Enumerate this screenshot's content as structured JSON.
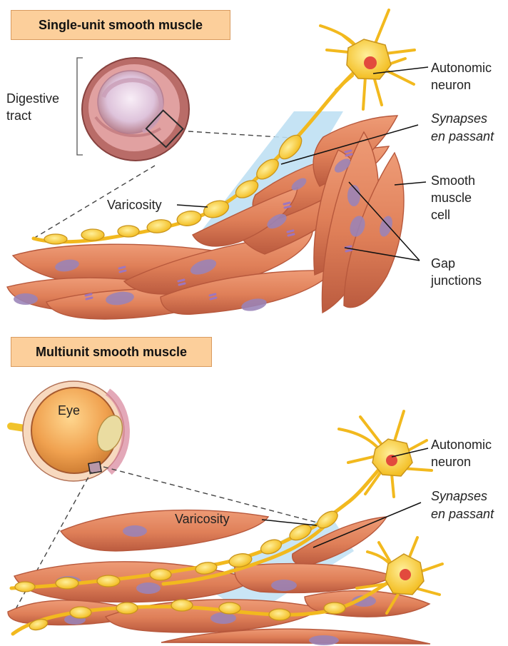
{
  "panels": {
    "single_unit": {
      "title": "Single-unit smooth muscle",
      "labels": {
        "digestive_tract": [
          "Digestive",
          "tract"
        ],
        "varicosity": "Varicosity",
        "autonomic_neuron": [
          "Autonomic",
          "neuron"
        ],
        "synapses": [
          "Synapses",
          "en passant"
        ],
        "smooth_muscle_cell": [
          "Smooth",
          "muscle",
          "cell"
        ],
        "gap_junctions": [
          "Gap",
          "junctions"
        ]
      }
    },
    "multiunit": {
      "title": "Multiunit smooth muscle",
      "labels": {
        "eye": "Eye",
        "varicosity": "Varicosity",
        "autonomic_neuron": [
          "Autonomic",
          "neuron"
        ],
        "synapses": [
          "Synapses",
          "en passant"
        ]
      }
    }
  },
  "colors": {
    "title_fill": "#fccf9b",
    "title_stroke": "#d99b5f",
    "muscle_fill": "#df7f58",
    "muscle_stroke": "#b7583c",
    "nucleus": "#9a83b8",
    "neuron": "#f7c92b",
    "neuron_stroke": "#c8941d",
    "soma_nucleus": "#e24a3d",
    "synapse_plane": "#bfe0f3",
    "gap_junction": "#9e76be",
    "tract_outer": "#d69a9c",
    "tract_inner": "#f0d3e4",
    "eye": "#f2a15a"
  }
}
